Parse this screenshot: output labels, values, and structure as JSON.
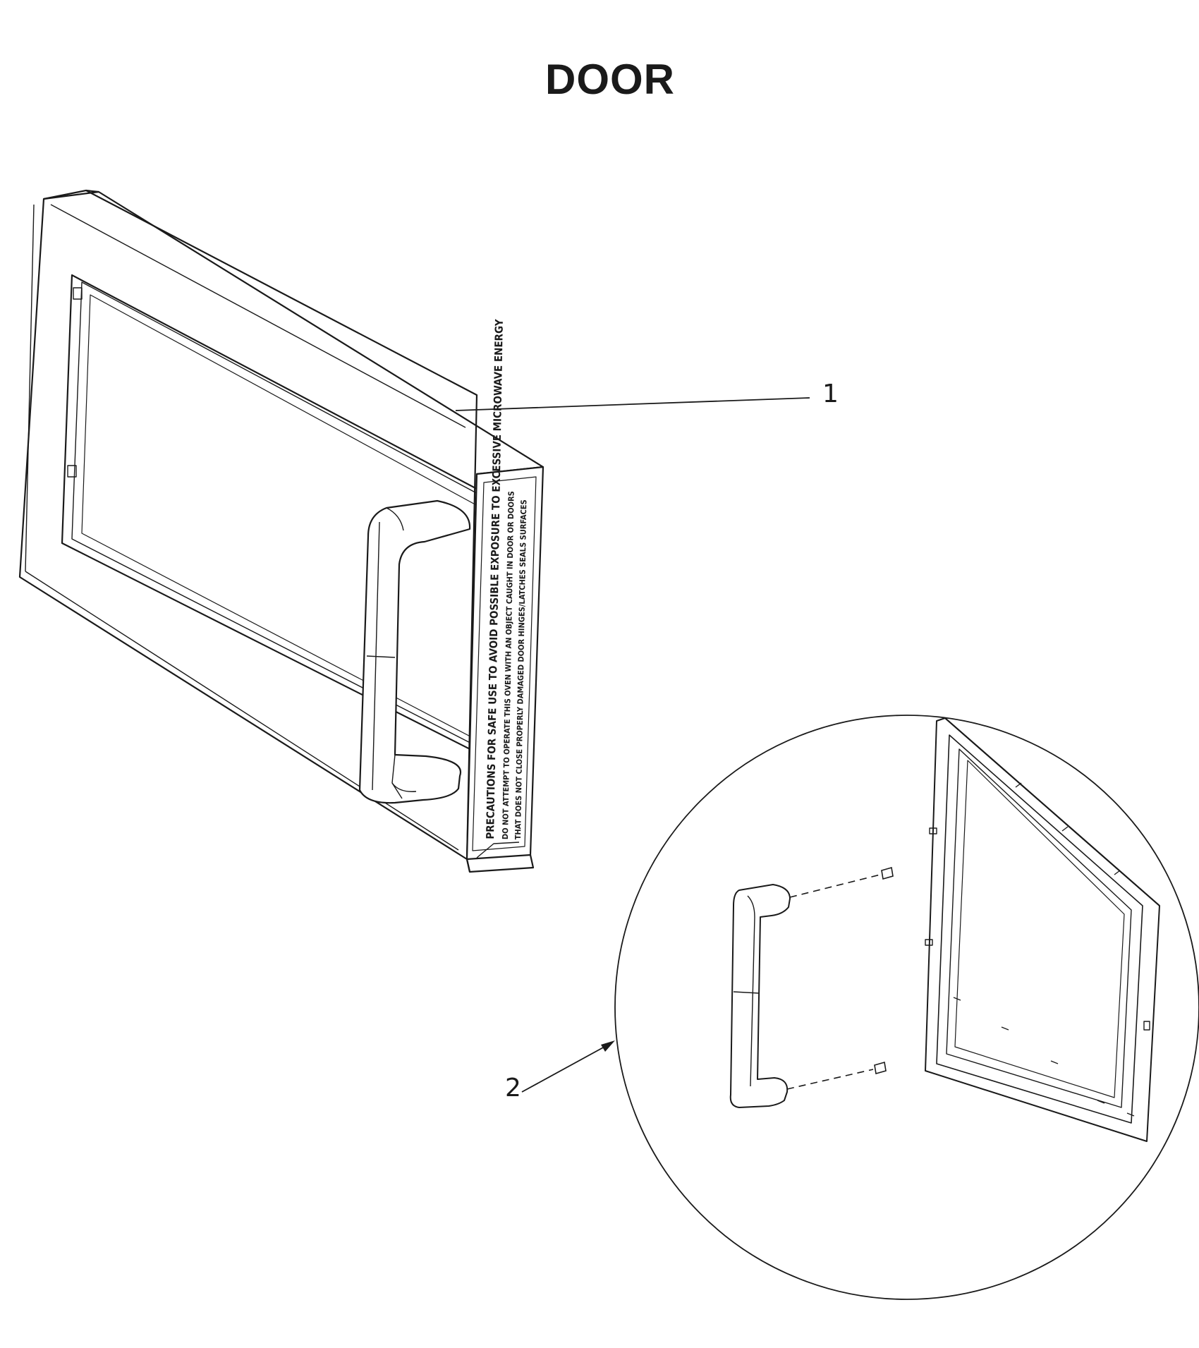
{
  "title": "DOOR",
  "callouts": [
    {
      "label": "1"
    },
    {
      "label": "2"
    }
  ],
  "warning_label": {
    "line1": "PRECAUTIONS FOR SAFE USE TO AVOID POSSIBLE EXPOSURE TO EXCESSIVE MICROWAVE ENERGY",
    "line2": "DO NOT ATTEMPT TO OPERATE THIS OVEN WITH AN OBJECT CAUGHT IN DOOR OR DOORS",
    "line3": "THAT DOES NOT CLOSE PROPERLY DAMAGED DOOR HINGES/LATCHES SEALS SURFACES"
  }
}
